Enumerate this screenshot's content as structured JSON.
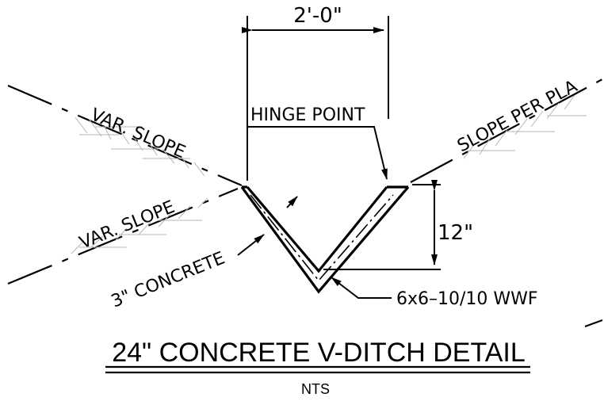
{
  "drawing": {
    "dimension_width": "2'-0\"",
    "dimension_height": "12\"",
    "hinge_point": "HINGE POINT",
    "upper_left_slope": "VAR. SLOPE",
    "lower_left_slope": "VAR. SLOPE",
    "right_slope": "SLOPE PER PLA",
    "concrete_thickness": "3\" CONCRETE",
    "wire_fabric": "6x6–10/10 WWF"
  },
  "title_block": {
    "title": "24\" CONCRETE V-DITCH DETAIL",
    "scale": "NTS"
  }
}
